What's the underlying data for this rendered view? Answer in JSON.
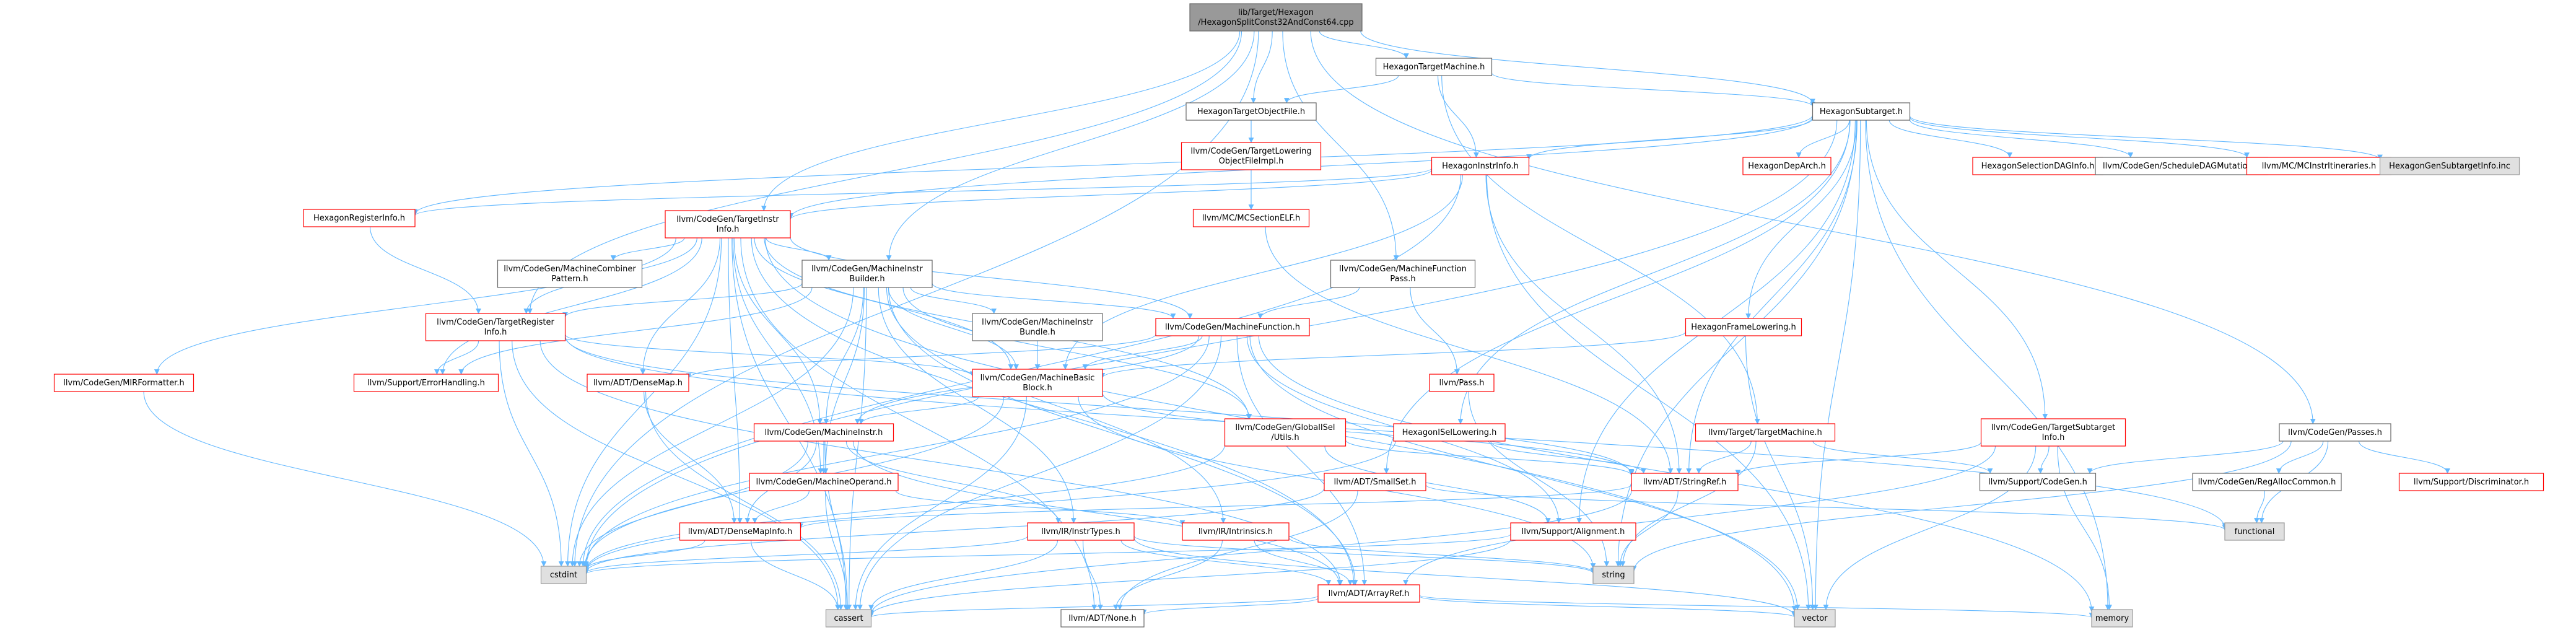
{
  "colors": {
    "edge": "#63b8ff",
    "root_fill": "#999999",
    "root_stroke": "#666666",
    "normal_fill": "#ffffff",
    "normal_stroke": "#666666",
    "text": "#000000",
    "trunc_fill": "#ffffff",
    "trunc_stroke": "#ff0000",
    "sys_fill": "#e0e0e0",
    "sys_stroke": "#999999"
  },
  "diagram": {
    "nodes": [
      {
        "id": "root",
        "kind": "root",
        "lines": [
          "lib/Target/Hexagon",
          "/HexagonSplitConst32AndConst64.cpp"
        ]
      },
      {
        "id": "htm",
        "kind": "normal",
        "lines": [
          "HexagonTargetMachine.h"
        ]
      },
      {
        "id": "htof",
        "kind": "normal",
        "lines": [
          "HexagonTargetObjectFile.h"
        ]
      },
      {
        "id": "hst",
        "kind": "normal",
        "lines": [
          "HexagonSubtarget.h"
        ]
      },
      {
        "id": "cgtlof",
        "kind": "trunc",
        "lines": [
          "llvm/CodeGen/TargetLowering",
          "ObjectFileImpl.h"
        ]
      },
      {
        "id": "mcselfh",
        "kind": "trunc",
        "lines": [
          "llvm/MC/MCSectionELF.h"
        ]
      },
      {
        "id": "hii",
        "kind": "trunc",
        "lines": [
          "HexagonInstrInfo.h"
        ]
      },
      {
        "id": "hdeparch",
        "kind": "trunc",
        "lines": [
          "HexagonDepArch.h"
        ]
      },
      {
        "id": "hseldag",
        "kind": "trunc",
        "lines": [
          "HexagonSelectionDAGInfo.h"
        ]
      },
      {
        "id": "cgsdagmut",
        "kind": "normal",
        "lines": [
          "llvm/CodeGen/ScheduleDAGMutation.h"
        ]
      },
      {
        "id": "mcinstrit",
        "kind": "trunc",
        "lines": [
          "llvm/MC/MCInstrItineraries.h"
        ]
      },
      {
        "id": "hgensub",
        "kind": "sys",
        "lines": [
          "HexagonGenSubtargetInfo.inc"
        ]
      },
      {
        "id": "hri",
        "kind": "trunc",
        "lines": [
          "HexagonRegisterInfo.h"
        ]
      },
      {
        "id": "tii",
        "kind": "trunc",
        "lines": [
          "llvm/CodeGen/TargetInstr",
          "Info.h"
        ]
      },
      {
        "id": "mcomb",
        "kind": "normal",
        "lines": [
          "llvm/CodeGen/MachineCombiner",
          "Pattern.h"
        ]
      },
      {
        "id": "mib",
        "kind": "normal",
        "lines": [
          "llvm/CodeGen/MachineInstr",
          "Builder.h"
        ]
      },
      {
        "id": "mfp",
        "kind": "normal",
        "lines": [
          "llvm/CodeGen/MachineFunction",
          "Pass.h"
        ]
      },
      {
        "id": "hfl",
        "kind": "trunc",
        "lines": [
          "HexagonFrameLowering.h"
        ]
      },
      {
        "id": "mirf",
        "kind": "trunc",
        "lines": [
          "llvm/CodeGen/MIRFormatter.h"
        ]
      },
      {
        "id": "tri",
        "kind": "trunc",
        "lines": [
          "llvm/CodeGen/TargetRegister",
          "Info.h"
        ]
      },
      {
        "id": "mibundle",
        "kind": "normal",
        "lines": [
          "llvm/CodeGen/MachineInstr",
          "Bundle.h"
        ]
      },
      {
        "id": "mf",
        "kind": "trunc",
        "lines": [
          "llvm/CodeGen/MachineFunction.h"
        ]
      },
      {
        "id": "pass",
        "kind": "trunc",
        "lines": [
          "llvm/Pass.h"
        ]
      },
      {
        "id": "errh",
        "kind": "trunc",
        "lines": [
          "llvm/Support/ErrorHandling.h"
        ]
      },
      {
        "id": "densemap",
        "kind": "trunc",
        "lines": [
          "llvm/ADT/DenseMap.h"
        ]
      },
      {
        "id": "mbb",
        "kind": "trunc",
        "lines": [
          "llvm/CodeGen/MachineBasic",
          "Block.h"
        ]
      },
      {
        "id": "gisel",
        "kind": "trunc",
        "lines": [
          "llvm/CodeGen/GlobalISel",
          "/Utils.h"
        ]
      },
      {
        "id": "hisell",
        "kind": "trunc",
        "lines": [
          "HexagonISelLowering.h"
        ]
      },
      {
        "id": "ttm",
        "kind": "trunc",
        "lines": [
          "llvm/Target/TargetMachine.h"
        ]
      },
      {
        "id": "tsi",
        "kind": "trunc",
        "lines": [
          "llvm/CodeGen/TargetSubtarget",
          "Info.h"
        ]
      },
      {
        "id": "passes",
        "kind": "normal",
        "lines": [
          "llvm/CodeGen/Passes.h"
        ]
      },
      {
        "id": "mi",
        "kind": "trunc",
        "lines": [
          "llvm/CodeGen/MachineInstr.h"
        ]
      },
      {
        "id": "smallset",
        "kind": "trunc",
        "lines": [
          "llvm/ADT/SmallSet.h"
        ]
      },
      {
        "id": "stringref",
        "kind": "trunc",
        "lines": [
          "llvm/ADT/StringRef.h"
        ]
      },
      {
        "id": "supcg",
        "kind": "normal",
        "lines": [
          "llvm/Support/CodeGen.h"
        ]
      },
      {
        "id": "regalloc",
        "kind": "normal",
        "lines": [
          "llvm/CodeGen/RegAllocCommon.h"
        ]
      },
      {
        "id": "discr",
        "kind": "trunc",
        "lines": [
          "llvm/Support/Discriminator.h"
        ]
      },
      {
        "id": "mo",
        "kind": "trunc",
        "lines": [
          "llvm/CodeGen/MachineOperand.h"
        ]
      },
      {
        "id": "irit",
        "kind": "trunc",
        "lines": [
          "llvm/IR/InstrTypes.h"
        ]
      },
      {
        "id": "iri",
        "kind": "trunc",
        "lines": [
          "llvm/IR/Intrinsics.h"
        ]
      },
      {
        "id": "align",
        "kind": "trunc",
        "lines": [
          "llvm/Support/Alignment.h"
        ]
      },
      {
        "id": "functional",
        "kind": "sys",
        "lines": [
          "functional"
        ]
      },
      {
        "id": "dmi",
        "kind": "trunc",
        "lines": [
          "llvm/ADT/DenseMapInfo.h"
        ]
      },
      {
        "id": "cstdint",
        "kind": "sys",
        "lines": [
          "cstdint"
        ]
      },
      {
        "id": "string",
        "kind": "sys",
        "lines": [
          "string"
        ]
      },
      {
        "id": "arrayref",
        "kind": "trunc",
        "lines": [
          "llvm/ADT/ArrayRef.h"
        ]
      },
      {
        "id": "cassert",
        "kind": "sys",
        "lines": [
          "cassert"
        ]
      },
      {
        "id": "none",
        "kind": "normal",
        "lines": [
          "llvm/ADT/None.h"
        ]
      },
      {
        "id": "vector",
        "kind": "sys",
        "lines": [
          "vector"
        ]
      },
      {
        "id": "memory",
        "kind": "sys",
        "lines": [
          "memory"
        ]
      }
    ],
    "edges": [
      [
        "root",
        "htm"
      ],
      [
        "root",
        "htof"
      ],
      [
        "root",
        "hst"
      ],
      [
        "root",
        "tii"
      ],
      [
        "root",
        "mib"
      ],
      [
        "root",
        "mfp"
      ],
      [
        "root",
        "passes"
      ],
      [
        "root",
        "tri"
      ],
      [
        "root",
        "cstdint"
      ],
      [
        "htm",
        "htof"
      ],
      [
        "htm",
        "hst"
      ],
      [
        "htm",
        "hii"
      ],
      [
        "htm",
        "ttm"
      ],
      [
        "htof",
        "cgtlof"
      ],
      [
        "htof",
        "mcselfh"
      ],
      [
        "hst",
        "hdeparch"
      ],
      [
        "hst",
        "hfl"
      ],
      [
        "hst",
        "hii"
      ],
      [
        "hst",
        "hisell"
      ],
      [
        "hst",
        "hri"
      ],
      [
        "hst",
        "hseldag"
      ],
      [
        "hst",
        "tsi"
      ],
      [
        "hst",
        "cgsdagmut"
      ],
      [
        "hst",
        "mcinstrit"
      ],
      [
        "hst",
        "hgensub"
      ],
      [
        "hst",
        "smallset"
      ],
      [
        "hst",
        "stringref"
      ],
      [
        "hst",
        "align"
      ],
      [
        "hst",
        "cstdint"
      ],
      [
        "hst",
        "string"
      ],
      [
        "hst",
        "vector"
      ],
      [
        "hst",
        "memory"
      ],
      [
        "hst",
        "tii"
      ],
      [
        "hii",
        "hri"
      ],
      [
        "hii",
        "tii"
      ],
      [
        "hii",
        "mbb"
      ],
      [
        "hii",
        "stringref"
      ],
      [
        "hii",
        "cstdint"
      ],
      [
        "hii",
        "vector"
      ],
      [
        "hri",
        "tri"
      ],
      [
        "mcselfh",
        "stringref"
      ],
      [
        "tii",
        "mcomb"
      ],
      [
        "tii",
        "mib"
      ],
      [
        "tii",
        "mirf"
      ],
      [
        "tii",
        "tri"
      ],
      [
        "tii",
        "mf"
      ],
      [
        "tii",
        "mbb"
      ],
      [
        "tii",
        "mi"
      ],
      [
        "tii",
        "mo"
      ],
      [
        "tii",
        "densemap"
      ],
      [
        "tii",
        "dmi"
      ],
      [
        "tii",
        "errh"
      ],
      [
        "tii",
        "cstdint"
      ],
      [
        "tii",
        "cassert"
      ],
      [
        "tii",
        "arrayref"
      ],
      [
        "tii",
        "none"
      ],
      [
        "tii",
        "vector"
      ],
      [
        "tii",
        "gisel"
      ],
      [
        "mib",
        "mibundle"
      ],
      [
        "mib",
        "mf"
      ],
      [
        "mib",
        "mbb"
      ],
      [
        "mib",
        "mi"
      ],
      [
        "mib",
        "mo"
      ],
      [
        "mib",
        "tri"
      ],
      [
        "mib",
        "gisel"
      ],
      [
        "mib",
        "irit"
      ],
      [
        "mib",
        "iri"
      ],
      [
        "mib",
        "errh"
      ],
      [
        "mib",
        "arrayref"
      ],
      [
        "mib",
        "cstdint"
      ],
      [
        "mib",
        "cassert"
      ],
      [
        "mfp",
        "mf"
      ],
      [
        "mfp",
        "pass"
      ],
      [
        "hfl",
        "mbb"
      ],
      [
        "hfl",
        "vector"
      ],
      [
        "mirf",
        "cstdint"
      ],
      [
        "tri",
        "errh"
      ],
      [
        "tri",
        "mbb"
      ],
      [
        "tri",
        "stringref"
      ],
      [
        "tri",
        "cstdint"
      ],
      [
        "tri",
        "cassert"
      ],
      [
        "tri",
        "functional"
      ],
      [
        "tri",
        "arrayref"
      ],
      [
        "mibundle",
        "mbb"
      ],
      [
        "mf",
        "mbb"
      ],
      [
        "mf",
        "mi"
      ],
      [
        "mf",
        "densemap"
      ],
      [
        "mf",
        "arrayref"
      ],
      [
        "mf",
        "align"
      ],
      [
        "mf",
        "cstdint"
      ],
      [
        "mf",
        "cassert"
      ],
      [
        "mf",
        "vector"
      ],
      [
        "mf",
        "memory"
      ],
      [
        "pass",
        "string"
      ],
      [
        "densemap",
        "dmi"
      ],
      [
        "densemap",
        "cassert"
      ],
      [
        "mbb",
        "mi"
      ],
      [
        "mbb",
        "stringref"
      ],
      [
        "mbb",
        "cstdint"
      ],
      [
        "mbb",
        "cassert"
      ],
      [
        "mbb",
        "string"
      ],
      [
        "gisel",
        "stringref"
      ],
      [
        "gisel",
        "cstdint"
      ],
      [
        "gisel",
        "align"
      ],
      [
        "hisell",
        "stringref"
      ],
      [
        "hisell",
        "cstdint"
      ],
      [
        "ttm",
        "stringref"
      ],
      [
        "ttm",
        "supcg"
      ],
      [
        "ttm",
        "string"
      ],
      [
        "tsi",
        "stringref"
      ],
      [
        "tsi",
        "supcg"
      ],
      [
        "tsi",
        "arrayref"
      ],
      [
        "tsi",
        "memory"
      ],
      [
        "tsi",
        "vector"
      ],
      [
        "passes",
        "supcg"
      ],
      [
        "passes",
        "regalloc"
      ],
      [
        "passes",
        "discr"
      ],
      [
        "passes",
        "functional"
      ],
      [
        "passes",
        "string"
      ],
      [
        "regalloc",
        "functional"
      ],
      [
        "mi",
        "mo"
      ],
      [
        "mi",
        "dmi"
      ],
      [
        "mi",
        "irit"
      ],
      [
        "mi",
        "arrayref"
      ],
      [
        "mi",
        "cstdint"
      ],
      [
        "mi",
        "cassert"
      ],
      [
        "mo",
        "dmi"
      ],
      [
        "mo",
        "iri"
      ],
      [
        "mo",
        "cassert"
      ],
      [
        "irit",
        "arrayref"
      ],
      [
        "irit",
        "none"
      ],
      [
        "irit",
        "string"
      ],
      [
        "irit",
        "cstdint"
      ],
      [
        "irit",
        "cassert"
      ],
      [
        "irit",
        "vector"
      ],
      [
        "iri",
        "arrayref"
      ],
      [
        "iri",
        "none"
      ],
      [
        "iri",
        "string"
      ],
      [
        "smallset",
        "none"
      ],
      [
        "smallset",
        "cstdint"
      ],
      [
        "smallset",
        "functional"
      ],
      [
        "stringref",
        "dmi"
      ],
      [
        "stringref",
        "string"
      ],
      [
        "stringref",
        "cassert"
      ],
      [
        "align",
        "cassert"
      ],
      [
        "align",
        "cstdint"
      ],
      [
        "dmi",
        "cstdint"
      ],
      [
        "dmi",
        "cassert"
      ],
      [
        "arrayref",
        "cassert"
      ],
      [
        "arrayref",
        "none"
      ],
      [
        "arrayref",
        "vector"
      ],
      [
        "arrayref",
        "memory"
      ]
    ]
  }
}
